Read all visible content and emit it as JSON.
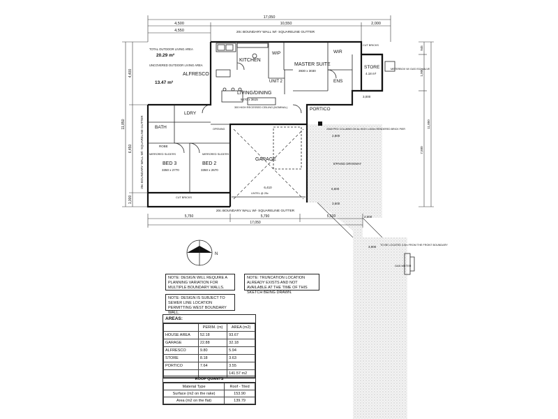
{
  "dims": {
    "top_total": "17,050",
    "top_left": "4,500",
    "top_mid": "10,550",
    "top_right": "2,000",
    "top_sub": "4,550",
    "bottom_left": "5,750",
    "bottom_mid": "5,790",
    "bottom_right": "5,500",
    "bottom_total": "17,050",
    "left_a": "4,400",
    "left_b": "6,450",
    "left_c": "1,000",
    "left_total": "11,850",
    "right_a": "945",
    "right_b": "1,000",
    "right_c": "7,500",
    "right_total": "11,850",
    "garage_w": "6,410",
    "drive_a": "3,000",
    "drive_b": "6,500",
    "drive_c": "2,800",
    "drive_d": "3,600",
    "drive_e": "2,000",
    "drive_f": "3,000"
  },
  "labels": {
    "boundary_top": "20c BOUNDARY WALL W/- SQUARELINE GUTTER",
    "boundary_bottom": "20c BOUNDARY WALL W/- SQUARELINE GUTTER",
    "boundary_left": "20c BOUNDARY WALL W/- SQUARELINE GUTTER",
    "outdoor_title": "TOTAL OUTDOOR LIVING AREA",
    "outdoor_value": "20.29 m²",
    "uncovered_title": "UNCOVERED OUTDOOR LIVING AREA",
    "uncovered_value": "13.47 m²",
    "alfresco": "ALFRESCO",
    "kitchen": "KITCHEN",
    "wip": "WIP",
    "unit": "UNIT 2",
    "living": "LIVING/DINING",
    "living_size": "5270 x 3615",
    "master": "MASTER SUITE",
    "master_size": "3930 x 3030",
    "wir": "WIR",
    "ens": "ENS",
    "store": "STORE",
    "store_area": "4.18 m²",
    "lndry": "LDRY",
    "bath": "BATH",
    "portico": "PORTICO",
    "garage": "GARAGE",
    "bed3": "BED 3",
    "bed3_size": "3350 x 2770",
    "bed2": "BED 2",
    "bed2_size": "3350 x 2670",
    "robe": "ROBE",
    "mirrored1": "MIRRORED SLIDERS",
    "mirrored2": "MIRRORED SLIDERS",
    "driveway": "B'PAVED DRIVEWAY",
    "pier": "250Ø PRO COLUMNS ON 6c HIGH x 400m RENDERED BRICK PIER",
    "meter": "METERBOX W/ GAS ISO VALVE",
    "cut_bricks": "CUT BRICKS",
    "cut_bricks2": "CUT BRICKS",
    "gas": "GAS METER",
    "gas_note": "TO BE LOCATED 4.5m FROM THE FRONT BOUNDARY",
    "north": "N",
    "recess": "300 HIGH RECESSED CEILING (NOMINAL)",
    "opening": "OPENING",
    "lintel": "LINTEL @ 25c"
  },
  "notes": {
    "note1": "NOTE: DESIGN WILL REQUIRE A PLANNING VARIATION FOR MULTIPLE BOUNDARY WALLS.",
    "note2": "NOTE: TRUNCATION LOCATION ALREADY EXISTS AND NOT AVAILABLE AT THE TIME OF THIS SKETCH BEING DRAWN.",
    "note3": "NOTE: DESIGN IS SUBJECT TO SEWER LINE LOCATION PERMITTING WEST BOUNDARY WALL."
  },
  "areas": {
    "title": "AREAS:",
    "head_perim": "PERIM. (m)",
    "head_area": "AREA (m2)",
    "rows": [
      {
        "name": "HOUSE AREA",
        "perim": "52.18",
        "area": "93.67"
      },
      {
        "name": "GARAGE",
        "perim": "22.88",
        "area": "32.18"
      },
      {
        "name": "ALFRESCO",
        "perim": "9.80",
        "area": "5.94"
      },
      {
        "name": "STORE",
        "perim": "8.18",
        "area": "3.63"
      },
      {
        "name": "PORTICO",
        "perim": "7.64",
        "area": "3.55"
      }
    ],
    "total": "141.57 m2"
  },
  "roof": {
    "title": "ROOF QUANTS",
    "rows": [
      {
        "label": "Material Type",
        "value": "Roof - Tiled"
      },
      {
        "label": "Surface (m2 on the rake)",
        "value": "153.90"
      },
      {
        "label": "Area (m2 on the flat)",
        "value": "139.79"
      }
    ]
  }
}
